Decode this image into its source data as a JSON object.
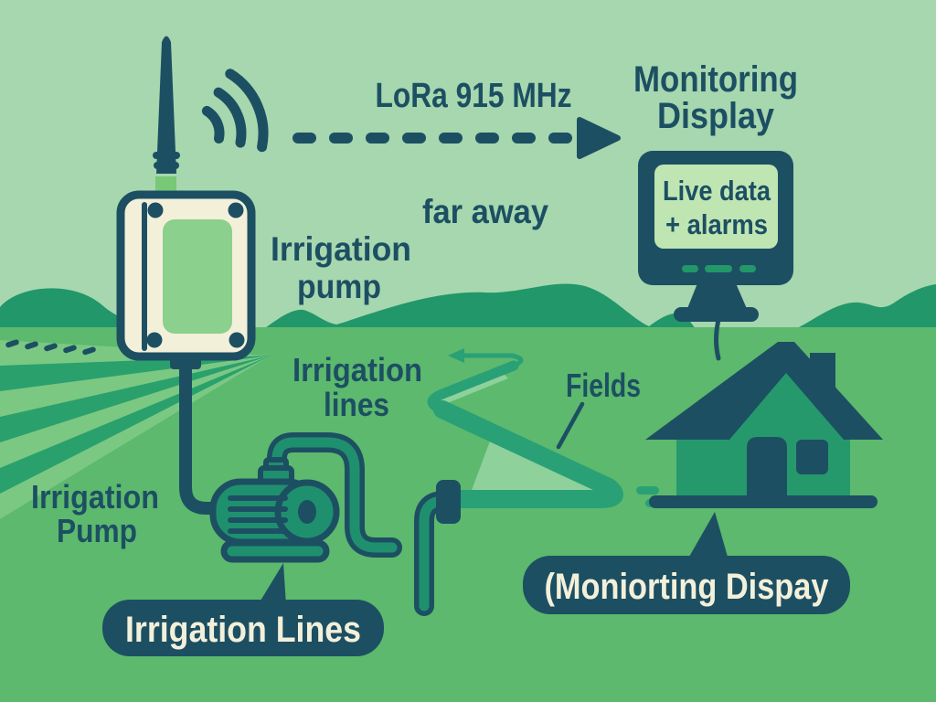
{
  "scene_title": "Irrigation pump LoRa monitoring infographic",
  "palette": {
    "sky": "#a6d7ae",
    "hill_green": "#21976a",
    "ground_green": "#5cb96d",
    "field_light_stripe": "#7bc883",
    "ink_dark_teal": "#1d4f63",
    "cream": "#f3f0da",
    "device_panel_green": "#8bd08d",
    "monitor_screen_green": "#bfe5b2",
    "pipe_teal": "#1f906e",
    "serpentine_teal": "#2aa077",
    "antenna_connector_green": "#79c878"
  },
  "labels": {
    "lora": "LoRa 915 MHz",
    "monitoring_display_line1": "Monitoring",
    "monitoring_display_line2": "Display",
    "far_away": "far away",
    "irrigation_pump_right_line1": "Irrigation",
    "irrigation_pump_right_line2": "pump",
    "irrigation_lines_line1": "Irrigation",
    "irrigation_lines_line2": "lines",
    "fields": "Fields",
    "irrigation_pump_left_line1": "Irrigation",
    "irrigation_pump_left_line2": "Pump"
  },
  "monitor_screen": {
    "line1": "Live data",
    "line2": "+ alarms"
  },
  "callouts": {
    "irrigation_lines_bubble": "Irrigation Lines",
    "monitoring_display_bubble": "(Moniorting Dispay"
  }
}
